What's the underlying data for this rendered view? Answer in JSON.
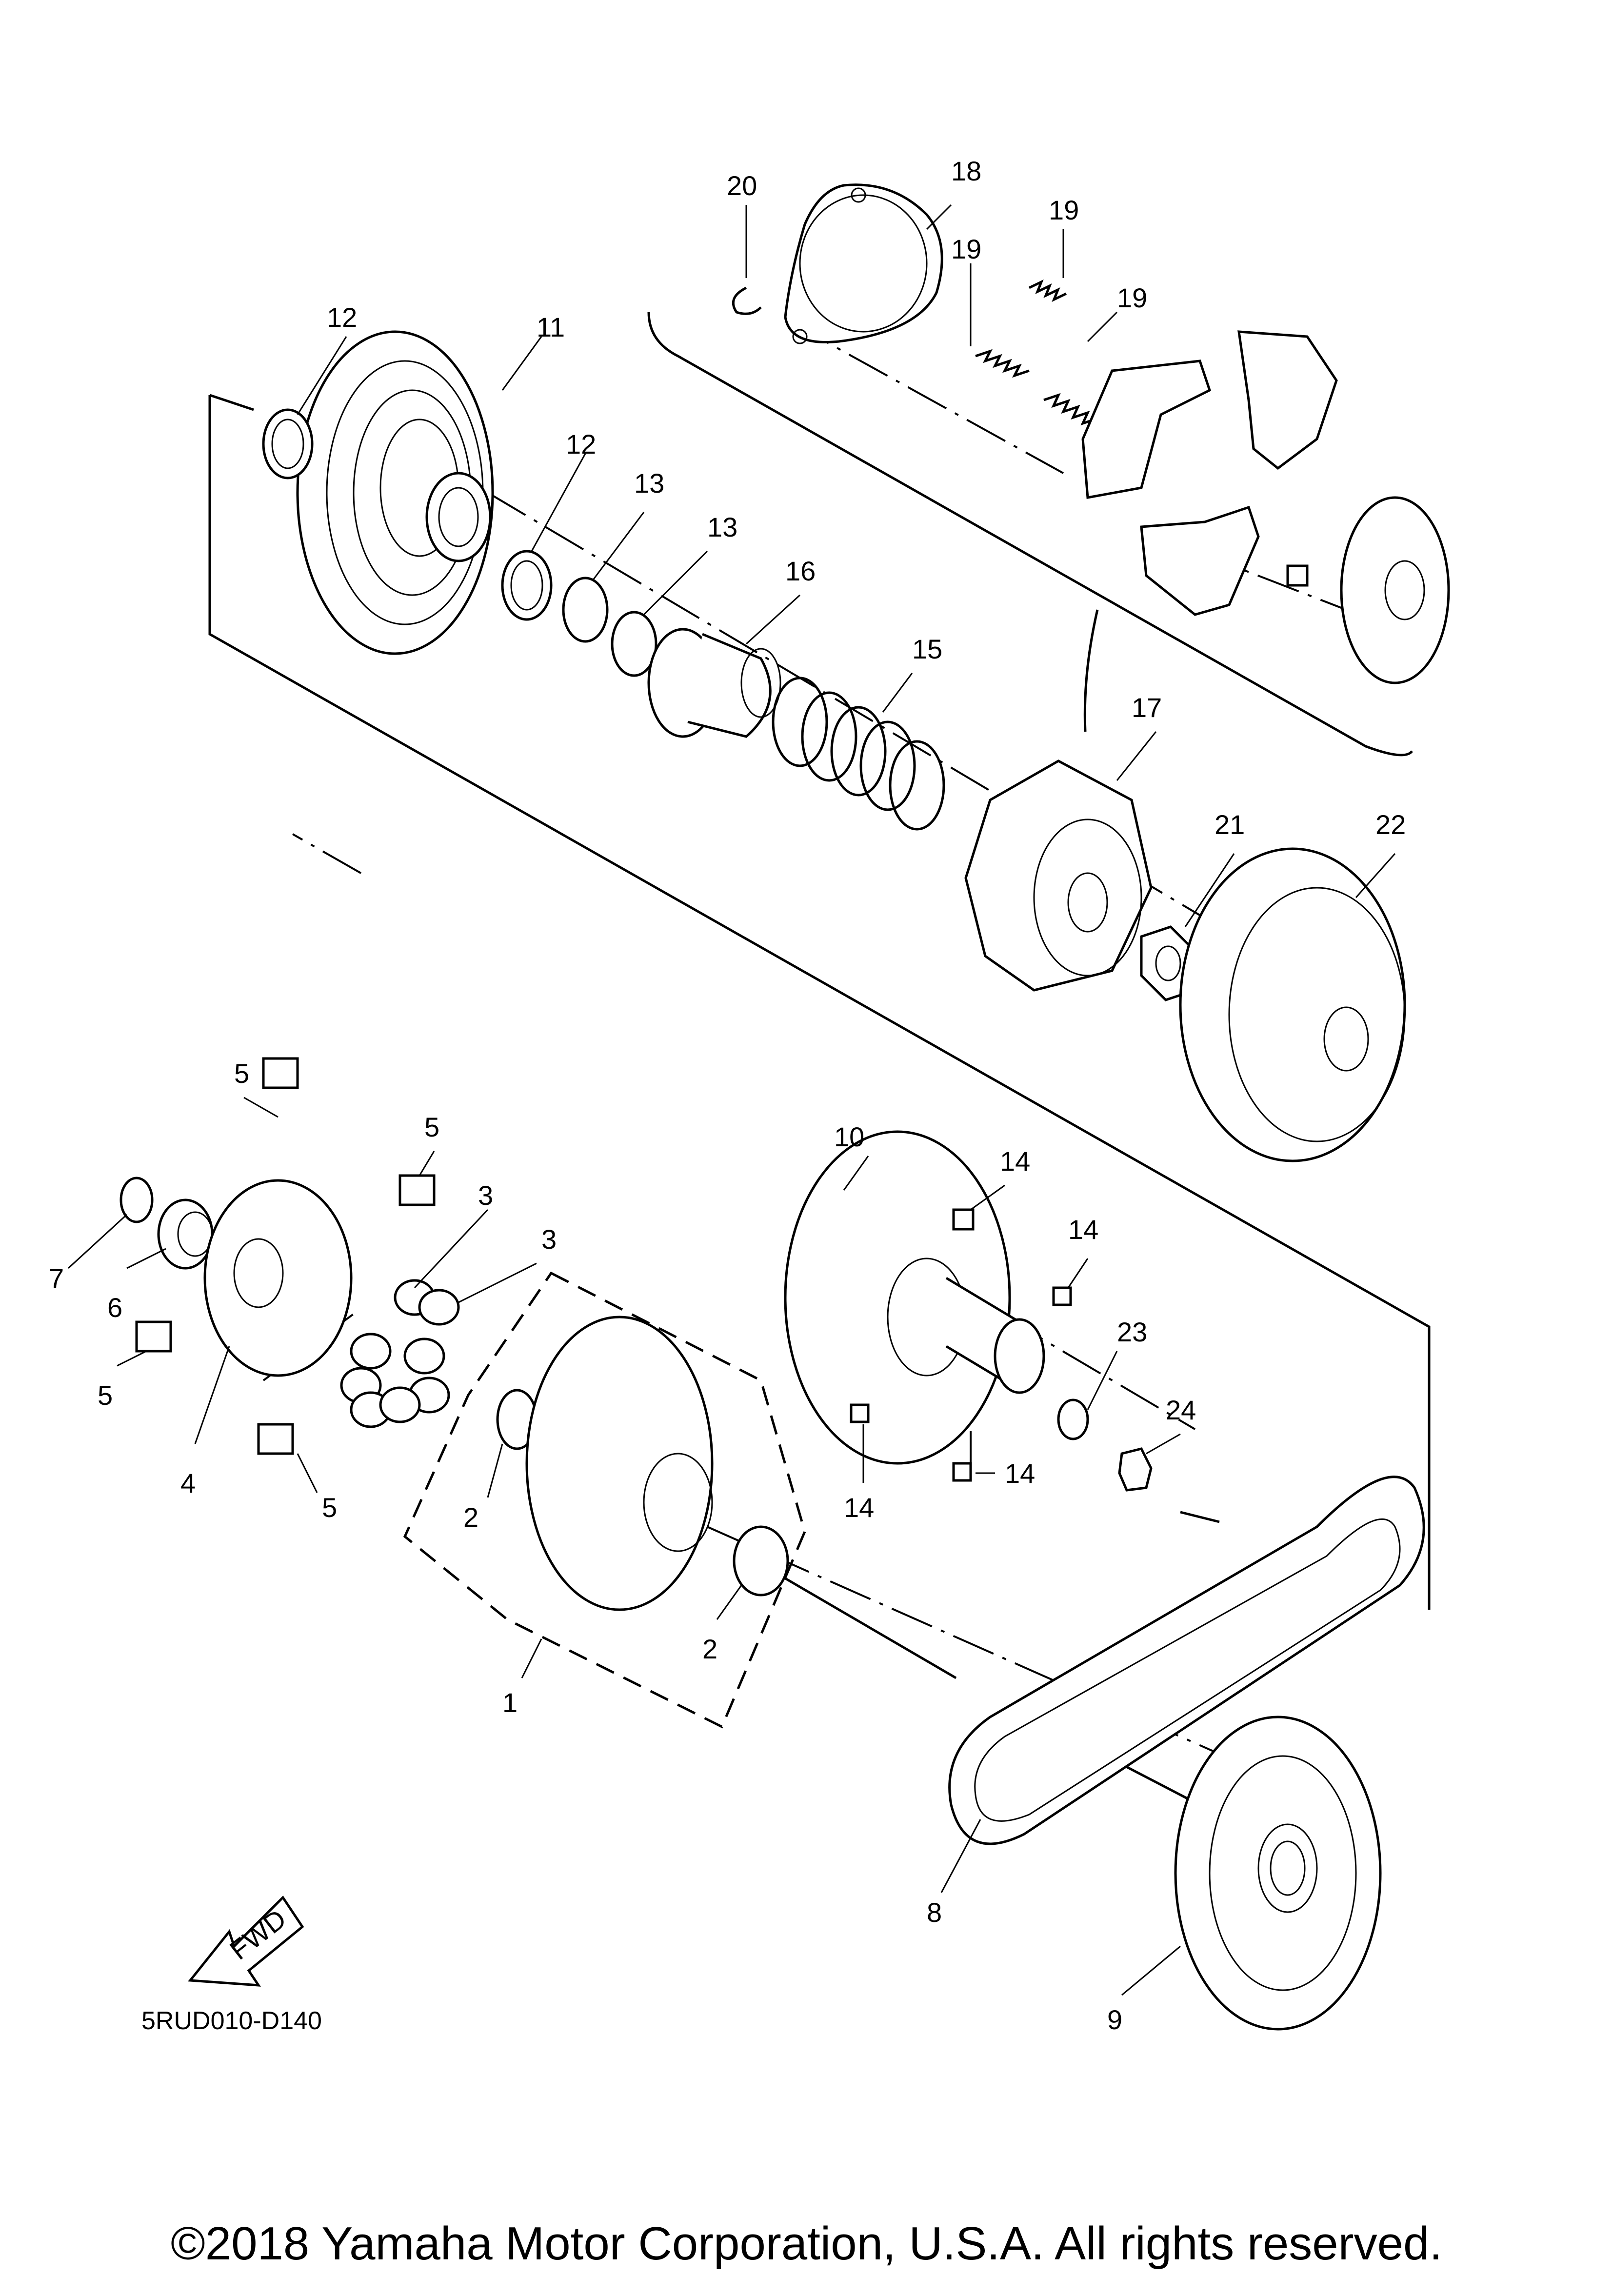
{
  "diagram": {
    "callouts": [
      {
        "id": "c20",
        "text": "20"
      },
      {
        "id": "c18",
        "text": "18"
      },
      {
        "id": "c19a",
        "text": "19"
      },
      {
        "id": "c19b",
        "text": "19"
      },
      {
        "id": "c19c",
        "text": "19"
      },
      {
        "id": "c12a",
        "text": "12"
      },
      {
        "id": "c11",
        "text": "11"
      },
      {
        "id": "c12b",
        "text": "12"
      },
      {
        "id": "c13a",
        "text": "13"
      },
      {
        "id": "c13b",
        "text": "13"
      },
      {
        "id": "c16",
        "text": "16"
      },
      {
        "id": "c15",
        "text": "15"
      },
      {
        "id": "c17",
        "text": "17"
      },
      {
        "id": "c21",
        "text": "21"
      },
      {
        "id": "c22",
        "text": "22"
      },
      {
        "id": "c5a",
        "text": "5"
      },
      {
        "id": "c5b",
        "text": "5"
      },
      {
        "id": "c3a",
        "text": "3"
      },
      {
        "id": "c3b",
        "text": "3"
      },
      {
        "id": "c7",
        "text": "7"
      },
      {
        "id": "c6",
        "text": "6"
      },
      {
        "id": "c5c",
        "text": "5"
      },
      {
        "id": "c4",
        "text": "4"
      },
      {
        "id": "c5d",
        "text": "5"
      },
      {
        "id": "c10",
        "text": "10"
      },
      {
        "id": "c14a",
        "text": "14"
      },
      {
        "id": "c14b",
        "text": "14"
      },
      {
        "id": "c23",
        "text": "23"
      },
      {
        "id": "c24",
        "text": "24"
      },
      {
        "id": "c14c",
        "text": "14"
      },
      {
        "id": "c14d",
        "text": "14"
      },
      {
        "id": "c2a",
        "text": "2"
      },
      {
        "id": "c2b",
        "text": "2"
      },
      {
        "id": "c1",
        "text": "1"
      },
      {
        "id": "c8",
        "text": "8"
      },
      {
        "id": "c9",
        "text": "9"
      }
    ],
    "fwd_label": "FWD",
    "diagram_code": "5RUD010-D140"
  },
  "footer": {
    "copyright": "©2018 Yamaha Motor Corporation, U.S.A. All rights reserved."
  }
}
